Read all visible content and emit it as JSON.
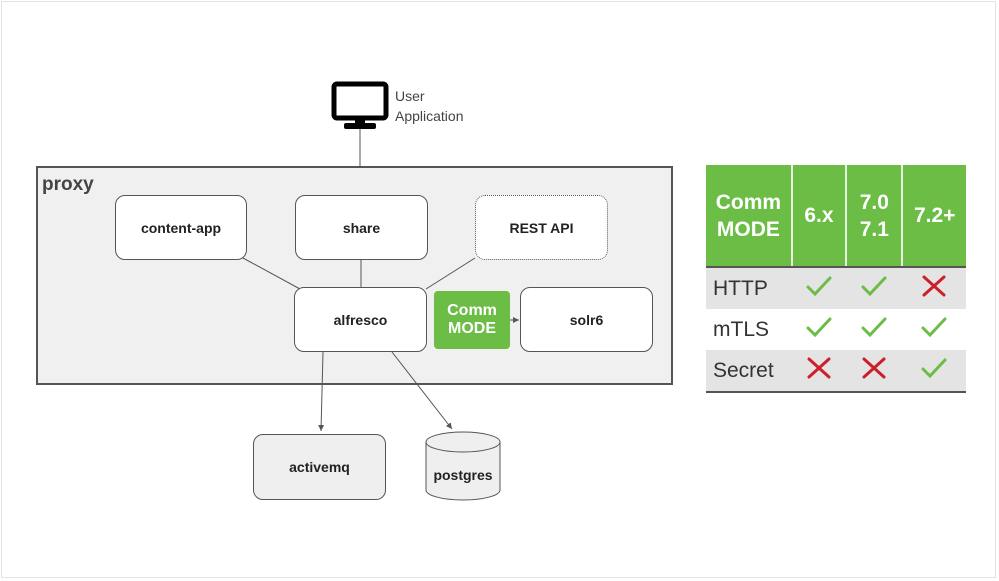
{
  "diagram": {
    "proxy_label": "proxy",
    "user_application": [
      "User",
      "Application"
    ],
    "nodes": {
      "content_app": "content-app",
      "share": "share",
      "rest_api": "REST API",
      "alfresco": "alfresco",
      "solr6": "solr6",
      "activemq": "activemq",
      "postgres": "postgres"
    },
    "comm_mode_badge": [
      "Comm",
      "MODE"
    ]
  },
  "table": {
    "header": {
      "mode": [
        "Comm",
        "MODE"
      ],
      "v6": "6.x",
      "v70_71": [
        "7.0",
        "7.1"
      ],
      "v72": "7.2+"
    },
    "rows": [
      {
        "label": "HTTP",
        "cells": [
          "check",
          "check",
          "cross"
        ]
      },
      {
        "label": "mTLS",
        "cells": [
          "check",
          "check",
          "check"
        ]
      },
      {
        "label": "Secret",
        "cells": [
          "cross",
          "cross",
          "check"
        ]
      }
    ]
  },
  "colors": {
    "accent_green": "#6bbd45",
    "cross_red": "#cc1f2a",
    "check_green": "#6bbd45"
  },
  "icons": {
    "check": "check-icon",
    "cross": "cross-icon",
    "monitor": "monitor-icon",
    "database": "database-icon"
  }
}
